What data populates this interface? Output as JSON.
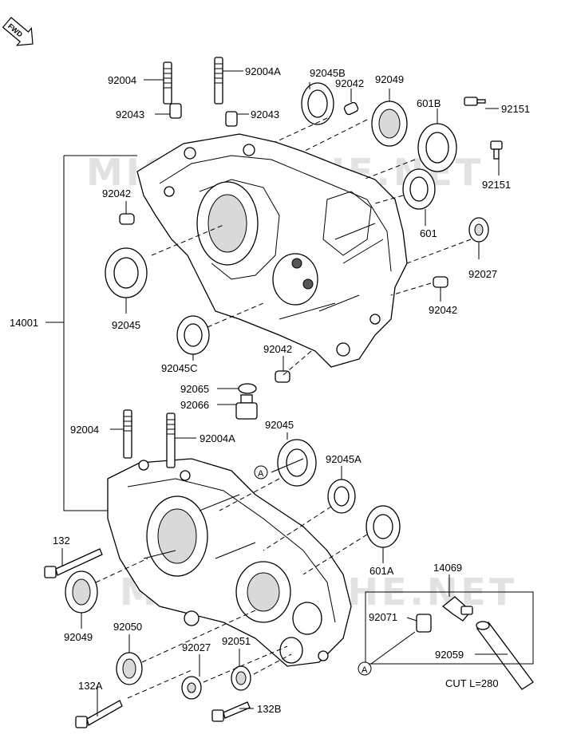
{
  "watermark": "MICROFICHE.NET",
  "fwd_label": "FWD",
  "callouts": {
    "c92004_top": "92004",
    "c92004A_top": "92004A",
    "c92045B": "92045B",
    "c92042_top": "92042",
    "c92049_top": "92049",
    "c601B": "601B",
    "c92043_left": "92043",
    "c92043_right": "92043",
    "c92151_a": "92151",
    "c92151_b": "92151",
    "c92042_left": "92042",
    "c601": "601",
    "c92027_right": "92027",
    "c92045_left": "92045",
    "c92042_mid": "92042",
    "c14001": "14001",
    "c92045C": "92045C",
    "c92042_low": "92042",
    "c92065": "92065",
    "c92066": "92066",
    "c92004_bottom": "92004",
    "c92004A_bottom": "92004A",
    "c92045_bottom": "92045",
    "c92045A": "92045A",
    "circleA_1": "A",
    "c132": "132",
    "c601A": "601A",
    "c14069": "14069",
    "c92049_bottom": "92049",
    "c92050": "92050",
    "c92071": "92071",
    "c92027_bottom": "92027",
    "c92051": "92051",
    "c92059": "92059",
    "circleA_2": "A",
    "cut_label": "CUT L=280",
    "c132A": "132A",
    "c132B": "132B"
  }
}
